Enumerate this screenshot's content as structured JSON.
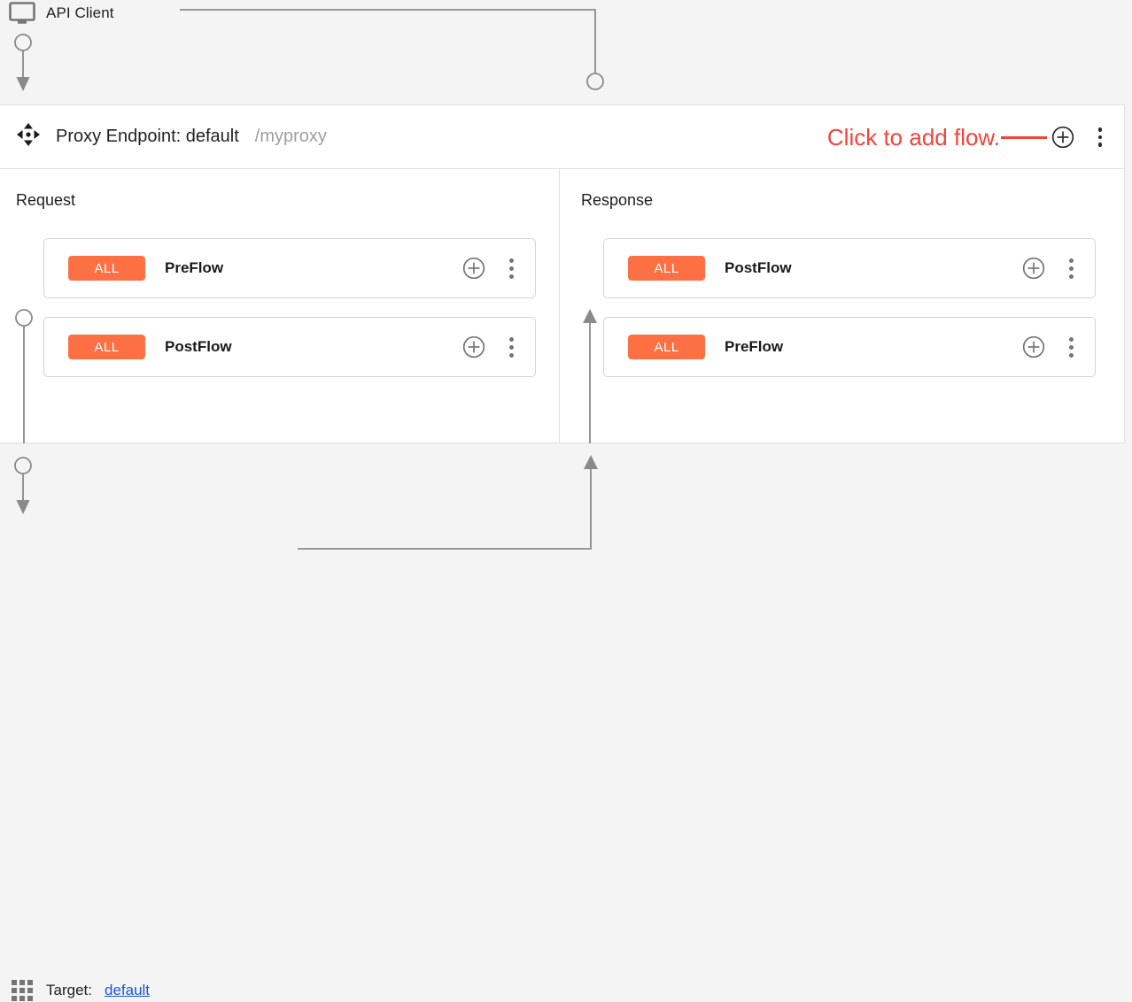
{
  "client": {
    "label": "API Client",
    "icon": "monitor-icon"
  },
  "endpoint": {
    "move_icon": "move-icon",
    "title": "Proxy Endpoint: default",
    "path": "/myproxy",
    "annotation": "Click to add flow.",
    "annotation_color": "#f4443a",
    "add_flow_icon": "plus-circle-icon",
    "menu_icon": "kebab-menu-icon"
  },
  "columns": [
    {
      "title": "Request",
      "direction": "down",
      "flows": [
        {
          "badge": "ALL",
          "label": "PreFlow",
          "add_icon": "plus-circle-icon",
          "menu_icon": "kebab-menu-icon"
        },
        {
          "badge": "ALL",
          "label": "PostFlow",
          "add_icon": "plus-circle-icon",
          "menu_icon": "kebab-menu-icon"
        }
      ]
    },
    {
      "title": "Response",
      "direction": "up",
      "flows": [
        {
          "badge": "ALL",
          "label": "PostFlow",
          "add_icon": "plus-circle-icon",
          "menu_icon": "kebab-menu-icon"
        },
        {
          "badge": "ALL",
          "label": "PreFlow",
          "add_icon": "plus-circle-icon",
          "menu_icon": "kebab-menu-icon"
        }
      ]
    }
  ],
  "target": {
    "icon": "grid-icon",
    "label": "Target:",
    "link": "default"
  },
  "colors": {
    "badge": "#fd7043",
    "annotation": "#f4443a",
    "link": "#1a56d6",
    "rail": "#9e9e9e",
    "panel_bg": "#ffffff",
    "page_bg": "#f4f4f5"
  }
}
